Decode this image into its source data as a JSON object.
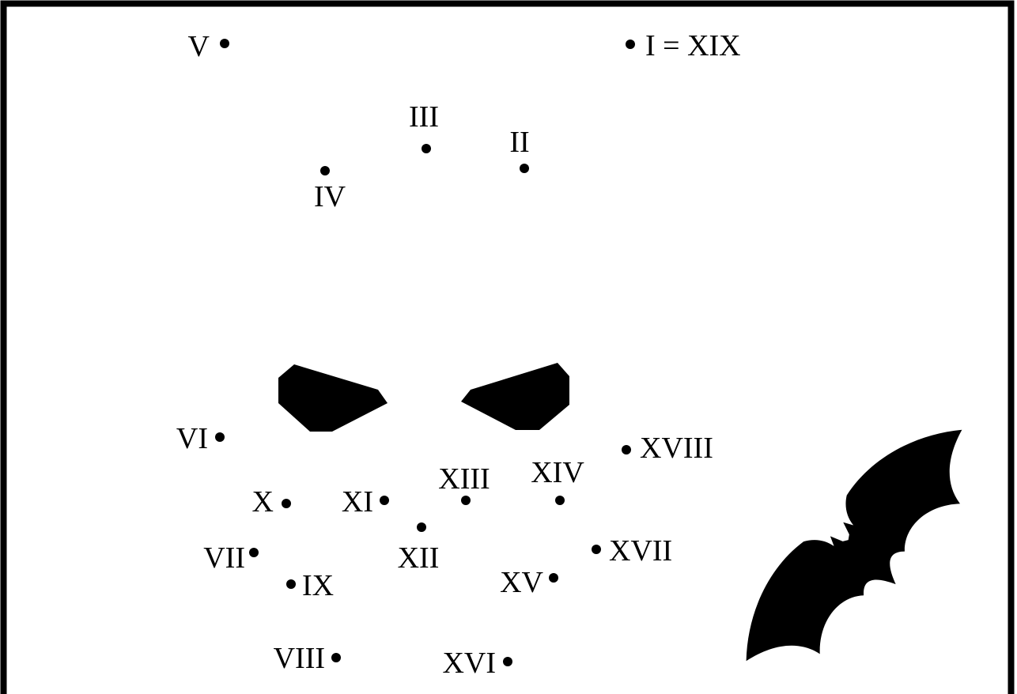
{
  "points": [
    {
      "id": "p1",
      "label": "I = XIX"
    },
    {
      "id": "p2",
      "label": "II"
    },
    {
      "id": "p3",
      "label": "III"
    },
    {
      "id": "p4",
      "label": "IV"
    },
    {
      "id": "p5",
      "label": "V"
    },
    {
      "id": "p6",
      "label": "VI"
    },
    {
      "id": "p7",
      "label": "VII"
    },
    {
      "id": "p8",
      "label": "VIII"
    },
    {
      "id": "p9",
      "label": "IX"
    },
    {
      "id": "p10",
      "label": "X"
    },
    {
      "id": "p11",
      "label": "XI"
    },
    {
      "id": "p12",
      "label": "XII"
    },
    {
      "id": "p13",
      "label": "XIII"
    },
    {
      "id": "p14",
      "label": "XIV"
    },
    {
      "id": "p15",
      "label": "XV"
    },
    {
      "id": "p16",
      "label": "XVI"
    },
    {
      "id": "p17",
      "label": "XVII"
    },
    {
      "id": "p18",
      "label": "XVIII"
    }
  ],
  "icons": {
    "left_eye": "mask-eye-left-icon",
    "right_eye": "mask-eye-right-icon",
    "emblem": "bat-emblem-icon"
  },
  "colors": {
    "ink": "#000000",
    "paper": "#ffffff"
  }
}
